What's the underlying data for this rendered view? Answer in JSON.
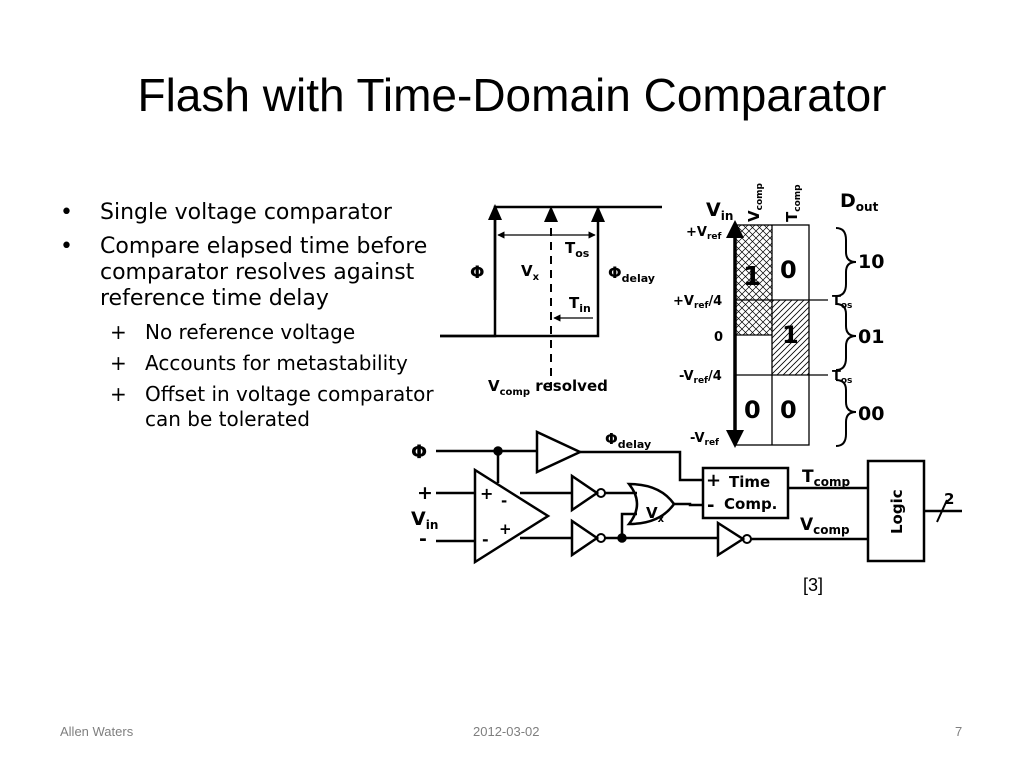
{
  "slide": {
    "title": "Flash with Time-Domain Comparator",
    "bullets": [
      {
        "text": "Single voltage comparator"
      },
      {
        "text": "Compare elapsed time before comparator resolves against reference time delay"
      }
    ],
    "subbullets": [
      {
        "text": "No reference voltage"
      },
      {
        "text": "Accounts for metastability"
      },
      {
        "text": "Offset in voltage comparator can be tolerated"
      }
    ],
    "citation": "[3]"
  },
  "footer": {
    "author": "Allen Waters",
    "date": "2012-03-02",
    "page": "7"
  },
  "diagram": {
    "timing": {
      "phi": "Φ",
      "vx": "V",
      "vx_sub": "x",
      "phi_delay": "Φ",
      "phi_delay_sub": "delay",
      "tos": "T",
      "tos_sub": "os",
      "tin": "T",
      "tin_sub": "in",
      "vcomp_resolved": "V",
      "vcomp_resolved_sub": "comp",
      "vcomp_resolved_tail": " resolved"
    },
    "table": {
      "vin": "V",
      "vin_sub": "in",
      "vcomp_head": "V",
      "vcomp_head_sub": "comp",
      "tcomp_head": "T",
      "tcomp_head_sub": "comp",
      "dout": "D",
      "dout_sub": "out",
      "levels": [
        "+V",
        "+V",
        "0",
        "-V",
        "-V"
      ],
      "level_suffix": [
        "",
        "/4",
        "",
        "/4",
        ""
      ],
      "level_sub": "ref",
      "cells": [
        "1",
        "0",
        "1",
        "0",
        "0"
      ],
      "codes": [
        "10",
        "01",
        "00"
      ],
      "tos_marker": "T",
      "tos_marker_sub": "os"
    },
    "circuit": {
      "phi": "Φ",
      "phi_delay": "Φ",
      "phi_delay_sub": "delay",
      "vin": "V",
      "vin_sub": "in",
      "plus": "+",
      "minus": "-",
      "vx": "V",
      "vx_sub": "x",
      "time_comp_line1": "Time",
      "time_comp_line2": "Comp.",
      "tc_plus": "+",
      "tc_minus": "-",
      "tcomp": "T",
      "tcomp_sub": "comp",
      "vcomp": "V",
      "vcomp_sub": "comp",
      "logic": "Logic",
      "bus_width": "2"
    }
  }
}
